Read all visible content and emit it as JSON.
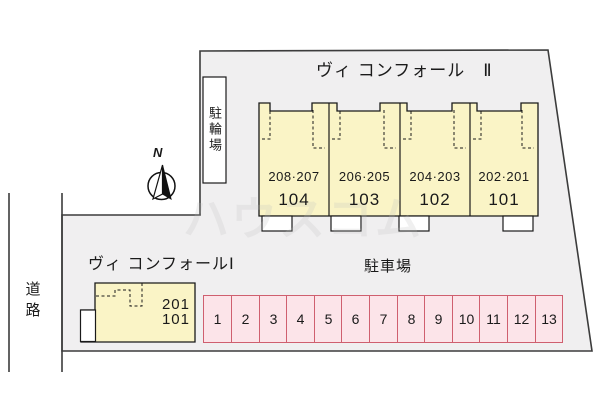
{
  "site": {
    "fill": "#f0eff0",
    "border_color": "#3c3c3c"
  },
  "road": {
    "label": "道路"
  },
  "bicycle_parking": {
    "label": "駐輪場"
  },
  "compass": {
    "label": "N"
  },
  "building2": {
    "title": "ヴィ コンフォール　Ⅱ",
    "fill": "#faf4c6",
    "units": [
      {
        "rooms": "208·207",
        "number": "104"
      },
      {
        "rooms": "206·205",
        "number": "103"
      },
      {
        "rooms": "204·203",
        "number": "102"
      },
      {
        "rooms": "202·201",
        "number": "101"
      }
    ]
  },
  "building1": {
    "title": "ヴィ コンフォールⅠ",
    "fill": "#faf4c6",
    "room_upper": "201",
    "room_lower": "101"
  },
  "parking": {
    "label": "駐車場",
    "fill": "#fce4e9",
    "border_color": "#cf5f6f",
    "spaces": [
      "1",
      "2",
      "3",
      "4",
      "5",
      "6",
      "7",
      "8",
      "9",
      "10",
      "11",
      "12",
      "13"
    ]
  },
  "watermark": "ハウスコム"
}
